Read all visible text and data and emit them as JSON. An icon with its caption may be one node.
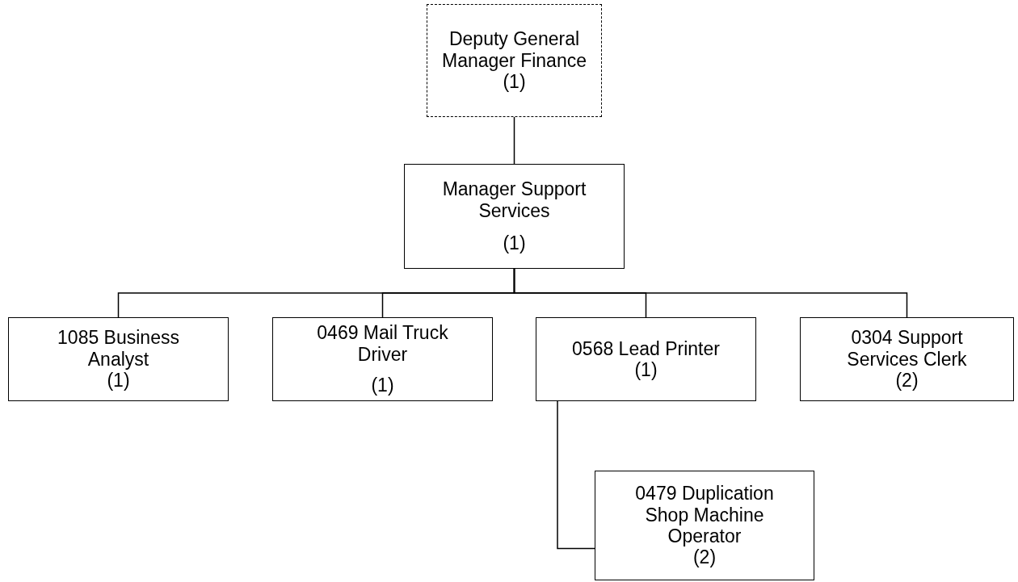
{
  "diagram": {
    "nodes": [
      {
        "text": [
          "Deputy General Manager Finance",
          "(1)"
        ]
      },
      {
        "text": [
          "Manager Support Services",
          "(1)"
        ]
      },
      {
        "text": [
          "1085 Business Analyst",
          "(1)"
        ]
      },
      {
        "text": [
          "0469 Mail Truck Driver",
          "(1)"
        ]
      },
      {
        "text": [
          "0568 Lead Printer",
          "(1)"
        ]
      },
      {
        "text": [
          "0304 Support Services Clerk",
          "(2)"
        ]
      },
      {
        "text": [
          "0479 Duplication Shop Machine Operator",
          "(2)"
        ]
      }
    ],
    "edges": [
      {
        "from": 0,
        "to": 1,
        "arrow": "none"
      },
      {
        "from": 1,
        "to": 2,
        "arrow": "none"
      },
      {
        "from": 1,
        "to": 3,
        "arrow": "none"
      },
      {
        "from": 1,
        "to": 4,
        "arrow": "none"
      },
      {
        "from": 1,
        "to": 5,
        "arrow": "none"
      },
      {
        "from": 4,
        "to": 6,
        "arrow": "none"
      }
    ]
  }
}
